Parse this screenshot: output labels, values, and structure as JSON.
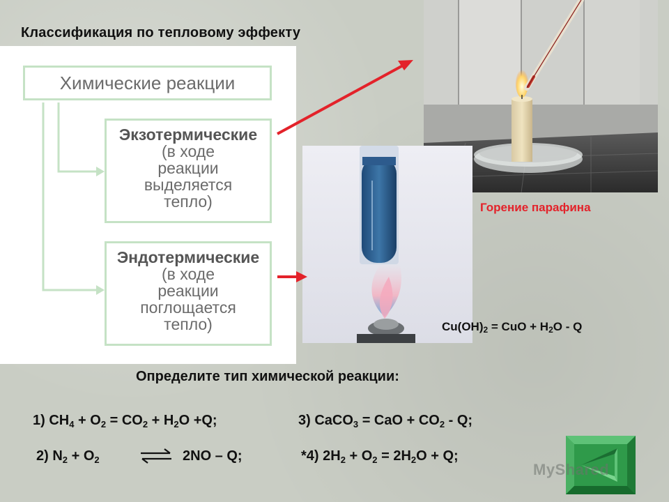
{
  "slide": {
    "title": "Классификация по тепловому эффекту",
    "scheme": {
      "root": "Химические реакции",
      "exo": {
        "name": "Экзотермические",
        "line1": "(в ходе",
        "line2": "реакции",
        "line3": "выделяется",
        "line4": "тепло)"
      },
      "endo": {
        "name": "Эндотермические",
        "line1": "(в ходе",
        "line2": "реакции",
        "line3": "поглощается",
        "line4": "тепло)"
      }
    },
    "candle_caption": "Горение парафина",
    "cuoh_equation": {
      "p1": "Cu(OH)",
      "s1": "2",
      "p2": " = CuO + H",
      "s2": "2",
      "p3": "O - Q"
    },
    "question": "Определите тип химической реакции:",
    "reactions": {
      "r1": {
        "p1": "1) CH",
        "s1": "4",
        "p2": " + O",
        "s2": "2",
        "p3": " = CO",
        "s3": "2",
        "p4": " + H",
        "s4": "2",
        "p5": "O +Q;"
      },
      "r2_left": {
        "p1": "2) N",
        "s1": "2",
        "p2": " + O",
        "s2": "2"
      },
      "r2_right": "2NO – Q;",
      "r3": {
        "p1": "3) CaCO",
        "s1": "3",
        "p2": " = CaO + CO",
        "s2": "2",
        "p3": "  - Q;"
      },
      "r4": {
        "p1": "*4) 2H",
        "s1": "2",
        "p2": " + O",
        "s2": "2",
        "p3": " = 2H",
        "s3": "2",
        "p4": "O + Q;"
      }
    },
    "watermark": "MyShared"
  },
  "colors": {
    "background": "#c9cdc4",
    "box_border": "#c5e2c5",
    "arrow_red": "#e3222a",
    "connector_green": "#c5e2c5",
    "nav_green": "#2f9a4a",
    "text_dark": "#111111"
  },
  "icons": {
    "nav_button": "back-triangle-icon",
    "equilibrium": "reversible-arrows-icon"
  }
}
